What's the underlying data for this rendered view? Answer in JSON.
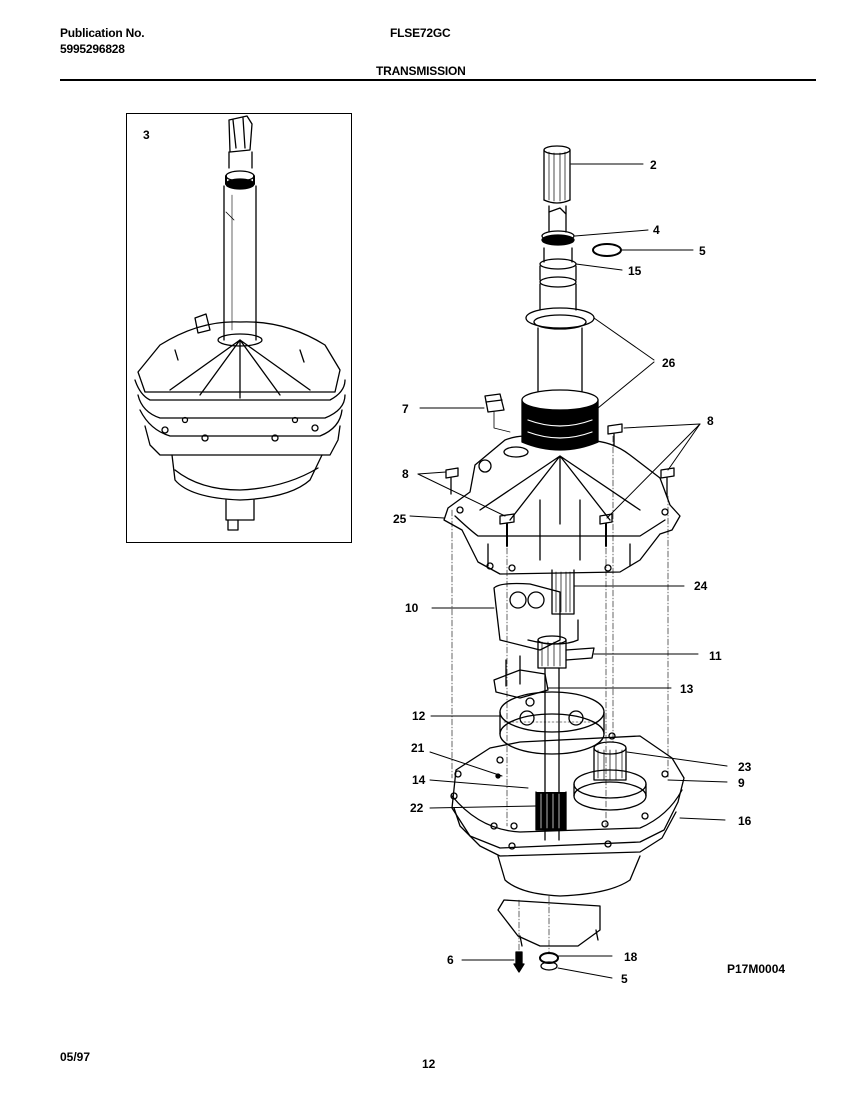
{
  "header": {
    "publication_label": "Publication No.",
    "publication_number": "5995296828",
    "model": "FLSE72GC",
    "section_title": "TRANSMISSION"
  },
  "inset": {
    "label": "3"
  },
  "callouts": {
    "c2": "2",
    "c4": "4",
    "c5a": "5",
    "c15": "15",
    "c26": "26",
    "c7": "7",
    "c8a": "8",
    "c8b": "8",
    "c25": "25",
    "c24": "24",
    "c10": "10",
    "c11": "11",
    "c13": "13",
    "c12": "12",
    "c21": "21",
    "c23": "23",
    "c14": "14",
    "c9": "9",
    "c22": "22",
    "c16": "16",
    "c6": "6",
    "c18": "18",
    "c5b": "5"
  },
  "footer": {
    "date": "05/97",
    "page": "12",
    "diagram_code": "P17M0004"
  }
}
